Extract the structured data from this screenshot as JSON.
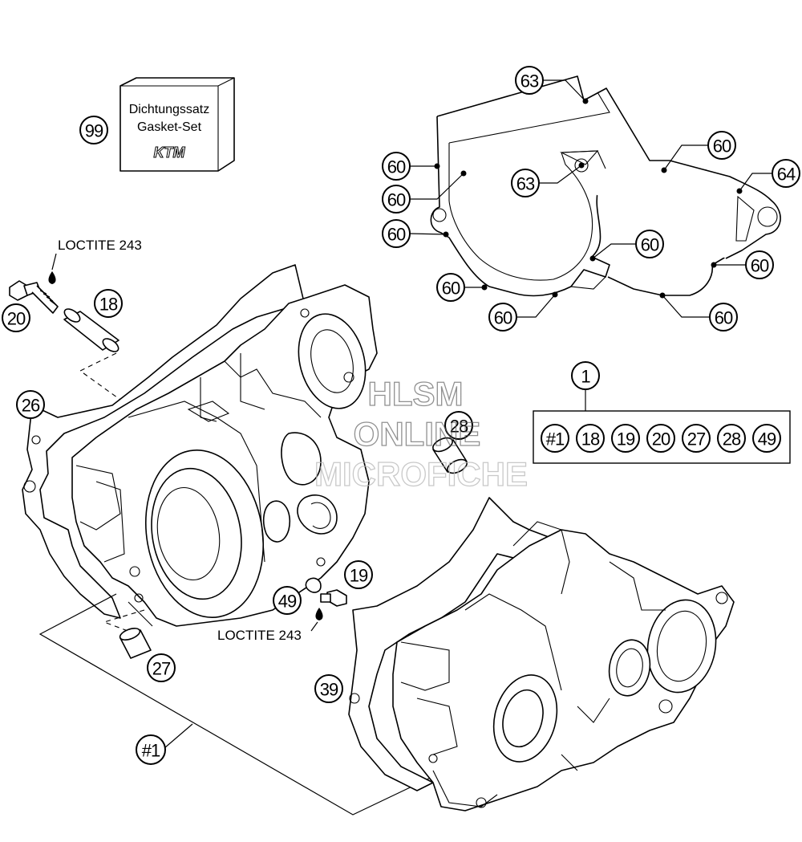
{
  "kit_box": {
    "line1": "Dichtungssatz",
    "line2": "Gasket-Set",
    "brand": "KTM"
  },
  "labels": {
    "loctite_top": "LOCTITE 243",
    "loctite_bottom": "LOCTITE 243"
  },
  "watermark": {
    "line1": "HLSM",
    "line2": "ONLINE",
    "line3": "MICROFICHE"
  },
  "callouts": {
    "c99": "99",
    "c63a": "63",
    "c63b": "63",
    "c60a": "60",
    "c60b": "60",
    "c60c": "60",
    "c60d": "60",
    "c60e": "60",
    "c60f": "60",
    "c60g": "60",
    "c60h": "60",
    "c60i": "60",
    "c64": "64",
    "c18": "18",
    "c20": "20",
    "c26": "26",
    "c28": "28",
    "c1": "1",
    "c19": "19",
    "c49": "49",
    "c27": "27",
    "c39": "39",
    "c_hash1": "#1"
  },
  "kit_list": [
    "#1",
    "18",
    "19",
    "20",
    "27",
    "28",
    "49"
  ]
}
